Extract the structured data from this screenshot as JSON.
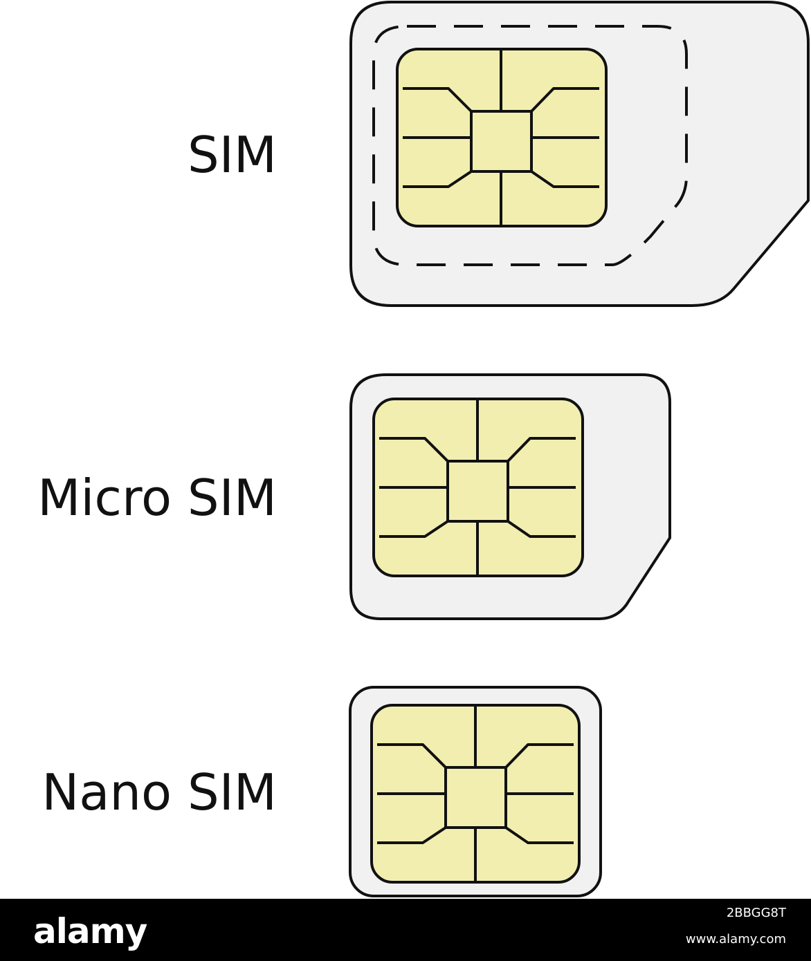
{
  "labels": {
    "sim": "SIM",
    "micro_sim": "Micro SIM",
    "nano_sim": "Nano SIM"
  },
  "footer": {
    "brand": "alamy",
    "image_id": "2BBGG8T",
    "site": "www.alamy.com"
  },
  "colors": {
    "card_fill": "#f1f1f1",
    "chip_fill": "#f2eeb0",
    "outline": "#111111",
    "footer_bg": "#000000",
    "label_text": "#111111"
  }
}
